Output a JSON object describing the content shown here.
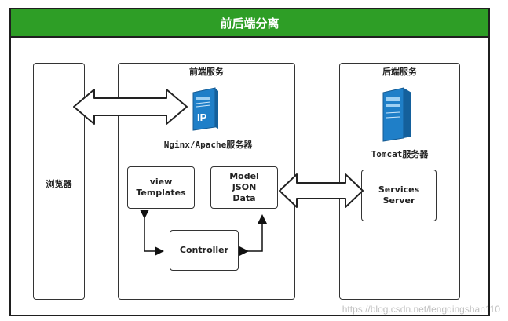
{
  "title": "前后端分离",
  "browser": {
    "label": "浏览器"
  },
  "frontend": {
    "title": "前端服务",
    "server_caption": "Nginx/Apache服务器",
    "ip_text": "IP",
    "view_box": {
      "line1": "view",
      "line2": "Templates"
    },
    "model_box": {
      "line1": "Model",
      "line2": "JSON",
      "line3": "Data"
    },
    "controller_box": {
      "label": "Controller"
    }
  },
  "backend": {
    "title": "后端服务",
    "server_caption": "Tomcat服务器",
    "services_box": {
      "line1": "Services",
      "line2": "Server"
    }
  },
  "watermark": "https://blog.csdn.net/lengqingshan110",
  "colors": {
    "title_bg": "#2e9e26",
    "server_blue": "#1f7fc8",
    "border": "#333333"
  }
}
